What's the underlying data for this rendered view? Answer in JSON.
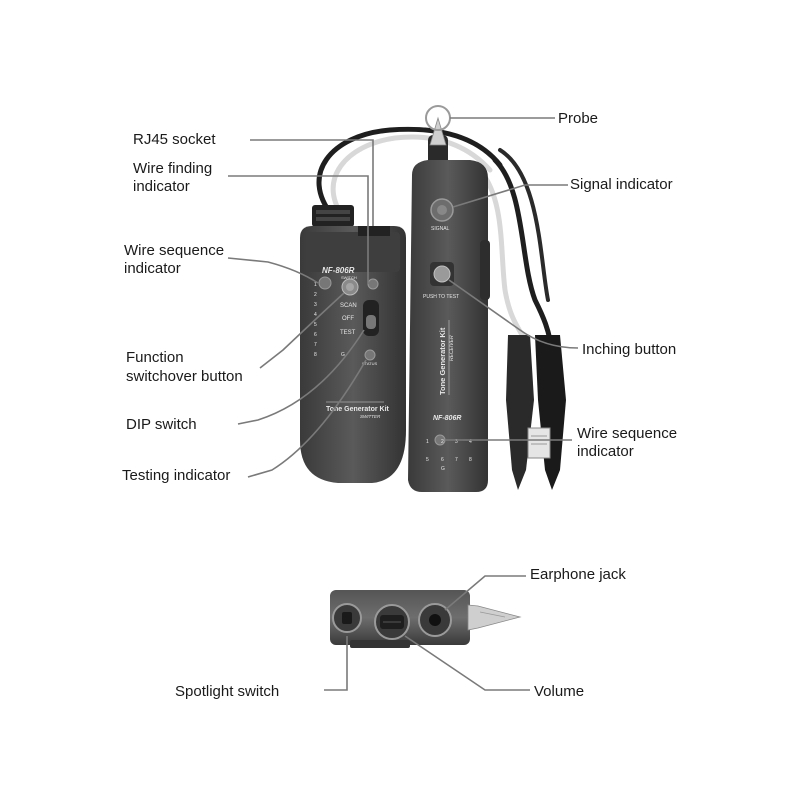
{
  "labels": {
    "probe": "Probe",
    "rj45_socket": "RJ45 socket",
    "wire_finding_1": "Wire finding",
    "wire_finding_2": "indicator",
    "wire_seq_left_1": "Wire sequence",
    "wire_seq_left_2": "indicator",
    "function_1": "Function",
    "function_2": "switchover button",
    "dip_switch": "DIP switch",
    "testing_indicator": "Testing indicator",
    "signal_indicator": "Signal indicator",
    "inching_button": "Inching button",
    "wire_seq_right_1": "Wire sequence",
    "wire_seq_right_2": "indicator",
    "earphone_jack": "Earphone jack",
    "spotlight_switch": "Spotlight switch",
    "volume": "Volume"
  },
  "transmitter": {
    "model": "NF-806R",
    "switch_label": "SWITCH",
    "scan": "SCAN",
    "off": "OFF",
    "test": "TEST",
    "status": "STATUS",
    "kit_name": "Tone Generator Kit",
    "kit_sub": "SWITTER",
    "pins": [
      "1",
      "2",
      "3",
      "4",
      "5",
      "6",
      "7",
      "8",
      "G"
    ]
  },
  "receiver": {
    "signal": "SIGNAL",
    "push_to_test": "PUSH TO TEST",
    "kit_name": "Tone Generator Kit",
    "kit_sub": "RECEIVER",
    "model": "NF-806R",
    "pins_row1": [
      "1",
      "2",
      "3",
      "4"
    ],
    "pins_row2": [
      "5",
      "6",
      "7",
      "8"
    ],
    "ground": "G"
  },
  "colors": {
    "device_body": "#4a4a4a",
    "device_dark": "#2e2e2e",
    "leader_line": "#7a7a7a",
    "text": "#1a1a1a"
  }
}
